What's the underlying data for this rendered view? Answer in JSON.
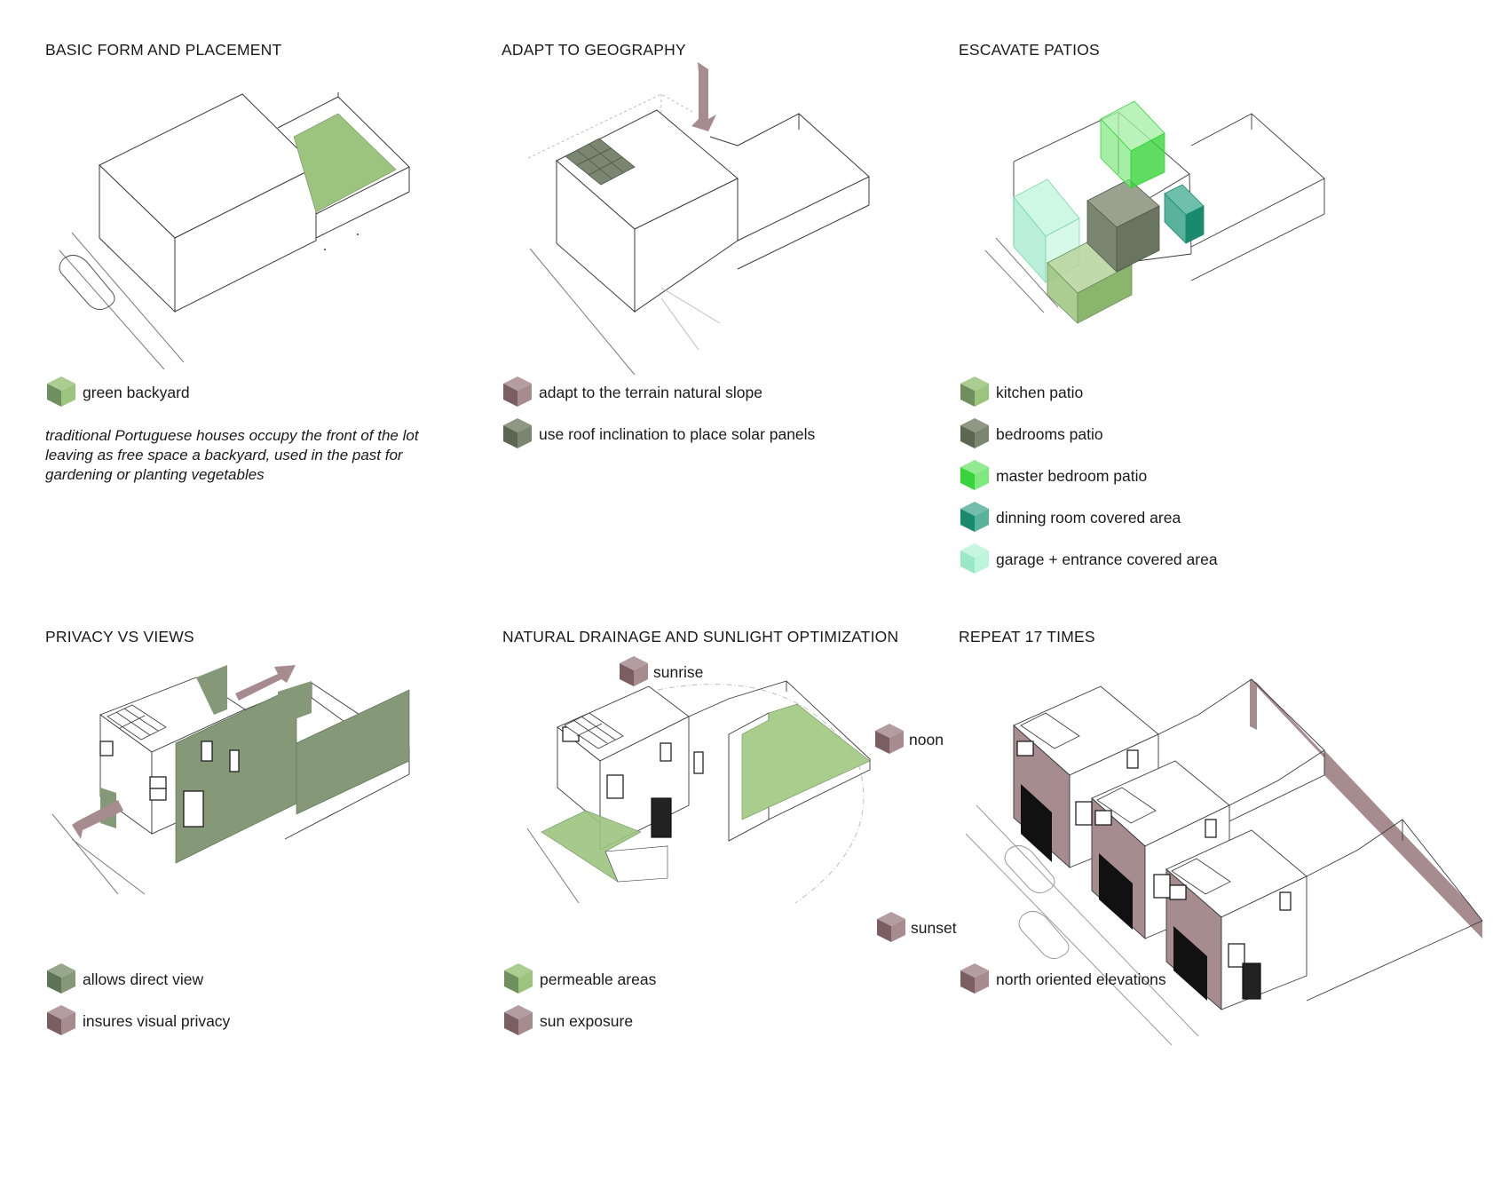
{
  "colors": {
    "green": "#9cc47e",
    "green_dark": "#6f8f5e",
    "olive": "#859878",
    "olive_dark": "#5f7356",
    "gray_green": "#7a8670",
    "gray_green_dark": "#5b6653",
    "bright_green": "#7fe87f",
    "bright_green_dark": "#37d43a",
    "teal": "#59b29c",
    "teal_dark": "#1a8a6e",
    "mint": "#bdf5da",
    "mint_dark": "#9be8c7",
    "mauve": "#a68c8f",
    "mauve_dark": "#7a5e62",
    "line": "#3a3a3a",
    "faint": "#bdbdbd"
  },
  "panels": [
    {
      "title": "BASIC FORM AND PLACEMENT",
      "legend": [
        {
          "label": "green backyard",
          "color": "green",
          "icon": "green-cube-icon"
        }
      ],
      "note": "traditional Portuguese houses occupy the front of the lot leaving as free space a backyard, used in the past for gardening or planting vegetables"
    },
    {
      "title": "ADAPT TO  GEOGRAPHY",
      "legend": [
        {
          "label": "adapt to the terrain natural slope",
          "color": "mauve",
          "icon": "mauve-cube-icon"
        },
        {
          "label": "use roof inclination to place solar panels",
          "color": "gray_green",
          "icon": "gray-green-cube-icon"
        }
      ]
    },
    {
      "title": "ESCAVATE PATIOS",
      "legend": [
        {
          "label": "kitchen patio",
          "color": "green",
          "icon": "green-cube-icon"
        },
        {
          "label": "bedrooms patio",
          "color": "gray_green",
          "icon": "gray-green-cube-icon"
        },
        {
          "label": "master bedroom patio",
          "color": "bright_green",
          "icon": "bright-green-cube-icon"
        },
        {
          "label": "dinning room covered area",
          "color": "teal",
          "icon": "teal-cube-icon"
        },
        {
          "label": "garage + entrance covered area",
          "color": "mint",
          "icon": "mint-cube-icon"
        }
      ]
    },
    {
      "title": "PRIVACY VS VIEWS",
      "legend": [
        {
          "label": "allows direct view",
          "color": "olive",
          "icon": "olive-cube-icon"
        },
        {
          "label": "insures visual privacy",
          "color": "mauve",
          "icon": "mauve-cube-icon"
        }
      ]
    },
    {
      "title": "NATURAL DRAINAGE AND SUNLIGHT  OPTIMIZATION",
      "legend": [
        {
          "label": "permeable areas",
          "color": "green",
          "icon": "green-cube-icon"
        },
        {
          "label": "sun exposure",
          "color": "mauve",
          "icon": "mauve-cube-icon"
        }
      ],
      "sun": {
        "sunrise": "sunrise",
        "noon": "noon",
        "sunset": "sunset"
      }
    },
    {
      "title": "REPEAT 17 TIMES",
      "legend": [
        {
          "label": "north oriented elevations",
          "color": "mauve",
          "icon": "mauve-cube-icon"
        }
      ]
    }
  ]
}
